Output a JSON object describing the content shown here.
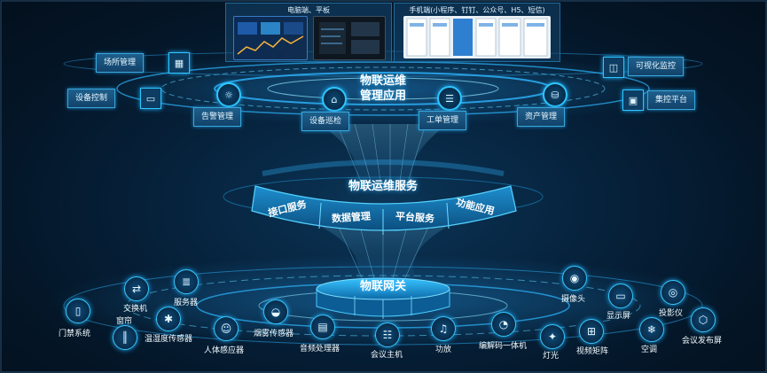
{
  "top_panels": {
    "left_title": "电脑端、平板",
    "right_title": "手机端(小程序、钉钉、公众号、H5、短信)"
  },
  "core_layer": {
    "title_line1": "物联运维",
    "title_line2": "管理应用"
  },
  "app_modules_outer": [
    {
      "label": "场所管理",
      "icon": "building-icon"
    },
    {
      "label": "设备控制",
      "icon": "monitor-icon"
    },
    {
      "label": "可视化监控",
      "icon": "screen-monitor-icon"
    },
    {
      "label": "集控平台",
      "icon": "control-panel-icon"
    }
  ],
  "app_modules_ring": [
    {
      "label": "告警管理",
      "icon": "alarm-bell-icon"
    },
    {
      "label": "设备巡检",
      "icon": "inspection-icon"
    },
    {
      "label": "工单管理",
      "icon": "work-order-icon"
    },
    {
      "label": "资产管理",
      "icon": "asset-icon"
    }
  ],
  "service_layer": {
    "title": "物联运维服务",
    "segments": [
      "接口服务",
      "数据管理",
      "平台服务",
      "功能应用"
    ]
  },
  "gateway_layer": {
    "title": "物联网关"
  },
  "devices": [
    {
      "label": "门禁系统",
      "icon": "door-access-icon"
    },
    {
      "label": "交换机",
      "icon": "switch-icon"
    },
    {
      "label": "服务器",
      "icon": "server-icon"
    },
    {
      "label": "窗帘",
      "icon": "curtain-icon"
    },
    {
      "label": "温湿度传感器",
      "icon": "thermometer-icon"
    },
    {
      "label": "人体感应器",
      "icon": "person-sensor-icon"
    },
    {
      "label": "烟雾传感器",
      "icon": "smoke-sensor-icon"
    },
    {
      "label": "音频处理器",
      "icon": "audio-processor-icon"
    },
    {
      "label": "会议主机",
      "icon": "meeting-host-icon"
    },
    {
      "label": "功放",
      "icon": "amplifier-icon"
    },
    {
      "label": "编解码一体机",
      "icon": "codec-icon"
    },
    {
      "label": "灯光",
      "icon": "light-icon"
    },
    {
      "label": "视频矩阵",
      "icon": "video-matrix-icon"
    },
    {
      "label": "空调",
      "icon": "air-conditioner-icon"
    },
    {
      "label": "摄像头",
      "icon": "camera-icon"
    },
    {
      "label": "显示屏",
      "icon": "display-icon"
    },
    {
      "label": "投影仪",
      "icon": "projector-icon"
    },
    {
      "label": "会议发布屏",
      "icon": "publish-screen-icon"
    }
  ]
}
